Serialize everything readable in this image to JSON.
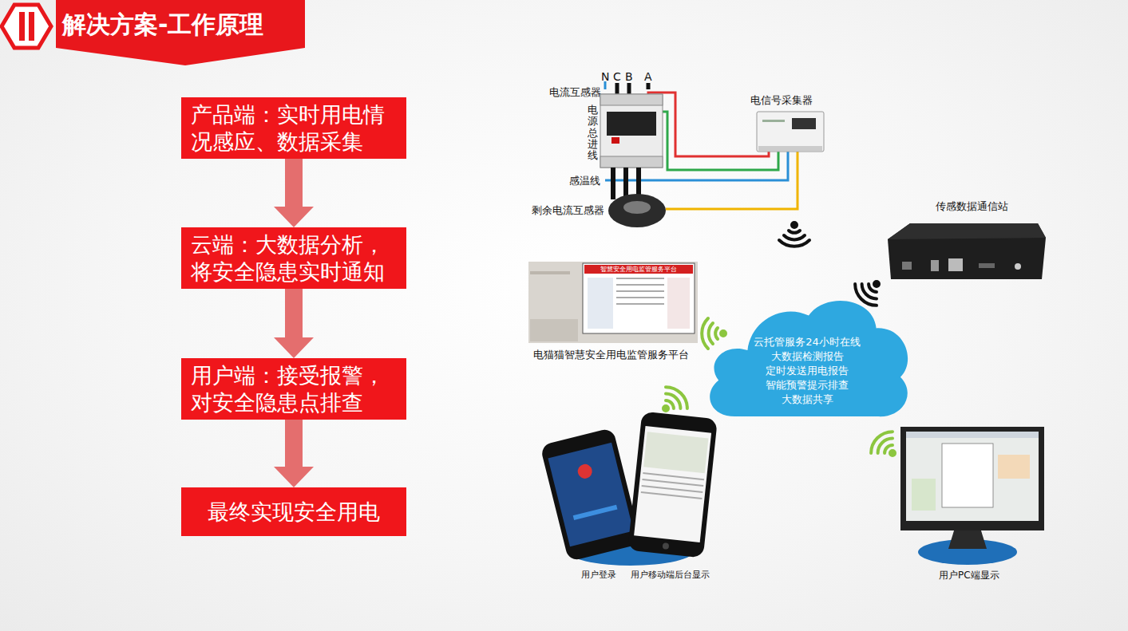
{
  "diagram": {
    "title": "解决方案-工作原理",
    "nodes": [
      {
        "text": [
          "产品端：实时用电情况感应、数据采集"
        ]
      },
      {
        "text": [
          "云端：大数据分析，将安全隐患实时通知"
        ]
      },
      {
        "text": [
          "用户端：接受报警，对安全隐患点排查"
        ]
      },
      {
        "text": [
          "最终实现安全用电"
        ]
      },
      {
        "text": [
          "云托管服务24小时在线",
          "大数据检测报告",
          "定时发送用电报告",
          "智能预警提示排查",
          "大数据共享"
        ]
      }
    ],
    "edges": [
      {
        "from": 0,
        "to": 1,
        "arrow": "to"
      },
      {
        "from": 1,
        "to": 2,
        "arrow": "to"
      },
      {
        "from": 2,
        "to": 3,
        "arrow": "to"
      }
    ],
    "labels": [
      "N",
      "C",
      "B",
      "A",
      "电流互感器",
      "电源总进线",
      "感温线",
      "剩余电流互感器",
      "电信号采集器",
      "传感数据通信站",
      "智慧安全用电监管服务平台",
      "电猫猫智慧安全用电监管服务平台",
      "用户登录",
      "用户移动端后台显示",
      "用户PC端显示"
    ]
  }
}
